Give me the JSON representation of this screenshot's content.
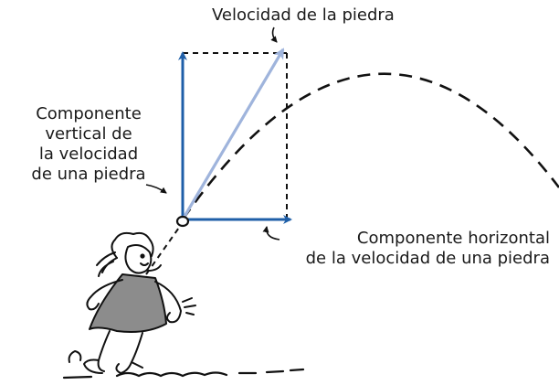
{
  "labels": {
    "velocity": "Velocidad de la piedra",
    "vertical_component": [
      "Componente",
      "vertical de",
      "la velocidad",
      "de una piedra"
    ],
    "horizontal_component": [
      "Componente horizontal",
      "de la velocidad de una piedra"
    ]
  },
  "colors": {
    "component_arrows": "#1f5fa8",
    "resultant_arrow": "#9fb4dc",
    "dashed_lines": "#111111",
    "figure_dress": "#8c8c8c"
  }
}
